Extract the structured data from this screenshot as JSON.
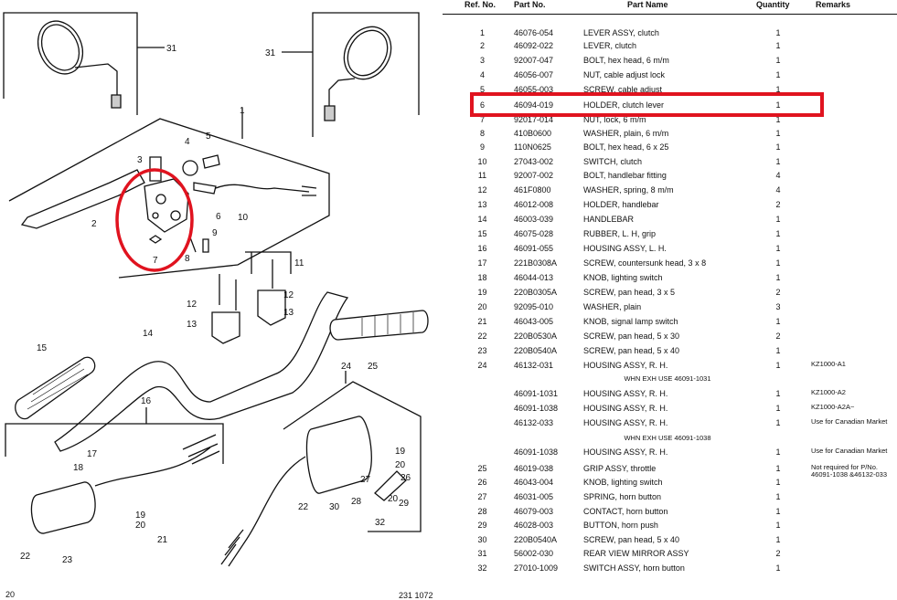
{
  "table": {
    "headers": {
      "ref": "Ref. No.",
      "part_no": "Part No.",
      "part_name": "Part Name",
      "quantity": "Quantity",
      "remarks": "Remarks"
    },
    "rows": [
      {
        "ref": "1",
        "part_no": "46076-054",
        "name": "LEVER ASSY, clutch",
        "qty": "1",
        "remarks": ""
      },
      {
        "ref": "2",
        "part_no": "46092-022",
        "name": "LEVER, clutch",
        "qty": "1",
        "remarks": ""
      },
      {
        "ref": "3",
        "part_no": "92007-047",
        "name": "BOLT, hex head, 6 m/m",
        "qty": "1",
        "remarks": ""
      },
      {
        "ref": "4",
        "part_no": "46056-007",
        "name": "NUT, cable adjust lock",
        "qty": "1",
        "remarks": ""
      },
      {
        "ref": "5",
        "part_no": "46055-003",
        "name": "SCREW, cable adjust",
        "qty": "1",
        "remarks": ""
      },
      {
        "ref": "6",
        "part_no": "46094-019",
        "name": "HOLDER, clutch lever",
        "qty": "1",
        "remarks": ""
      },
      {
        "ref": "7",
        "part_no": "92017-014",
        "name": "NUT, lock, 6 m/m",
        "qty": "1",
        "remarks": ""
      },
      {
        "ref": "8",
        "part_no": "410B0600",
        "name": "WASHER, plain, 6 m/m",
        "qty": "1",
        "remarks": ""
      },
      {
        "ref": "9",
        "part_no": "110N0625",
        "name": "BOLT, hex head, 6 x 25",
        "qty": "1",
        "remarks": ""
      },
      {
        "ref": "10",
        "part_no": "27043-002",
        "name": "SWITCH, clutch",
        "qty": "1",
        "remarks": ""
      },
      {
        "ref": "11",
        "part_no": "92007-002",
        "name": "BOLT, handlebar fitting",
        "qty": "4",
        "remarks": ""
      },
      {
        "ref": "12",
        "part_no": "461F0800",
        "name": "WASHER, spring, 8 m/m",
        "qty": "4",
        "remarks": ""
      },
      {
        "ref": "13",
        "part_no": "46012-008",
        "name": "HOLDER, handlebar",
        "qty": "2",
        "remarks": ""
      },
      {
        "ref": "14",
        "part_no": "46003-039",
        "name": "HANDLEBAR",
        "qty": "1",
        "remarks": ""
      },
      {
        "ref": "15",
        "part_no": "46075-028",
        "name": "RUBBER, L. H, grip",
        "qty": "1",
        "remarks": ""
      },
      {
        "ref": "16",
        "part_no": "46091-055",
        "name": "HOUSING ASSY, L. H.",
        "qty": "1",
        "remarks": ""
      },
      {
        "ref": "17",
        "part_no": "221B0308A",
        "name": "SCREW, countersunk head, 3 x 8",
        "qty": "1",
        "remarks": ""
      },
      {
        "ref": "18",
        "part_no": "46044-013",
        "name": "KNOB, lighting switch",
        "qty": "1",
        "remarks": ""
      },
      {
        "ref": "19",
        "part_no": "220B0305A",
        "name": "SCREW, pan head, 3 x 5",
        "qty": "2",
        "remarks": ""
      },
      {
        "ref": "20",
        "part_no": "92095-010",
        "name": "WASHER, plain",
        "qty": "3",
        "remarks": ""
      },
      {
        "ref": "21",
        "part_no": "46043-005",
        "name": "KNOB, signal lamp switch",
        "qty": "1",
        "remarks": ""
      },
      {
        "ref": "22",
        "part_no": "220B0530A",
        "name": "SCREW, pan head, 5 x 30",
        "qty": "2",
        "remarks": ""
      },
      {
        "ref": "23",
        "part_no": "220B0540A",
        "name": "SCREW, pan head, 5 x 40",
        "qty": "1",
        "remarks": ""
      },
      {
        "ref": "24",
        "part_no": "46132-031",
        "name": "HOUSING ASSY, R. H.",
        "qty": "1",
        "remarks": "KZ1000-A1"
      },
      {
        "ref": "",
        "part_no": "46091-1031",
        "name": "HOUSING ASSY, R. H.",
        "qty": "1",
        "remarks": "KZ1000-A2"
      },
      {
        "ref": "",
        "part_no": "46091-1038",
        "name": "HOUSING ASSY, R. H.",
        "qty": "1",
        "remarks": "KZ1000-A2A~"
      },
      {
        "ref": "",
        "part_no": "46132-033",
        "name": "HOUSING ASSY, R. H.",
        "qty": "1",
        "remarks": "Use for Canadian Market"
      },
      {
        "ref": "",
        "part_no": "46091-1038",
        "name": "HOUSING ASSY, R. H.",
        "qty": "1",
        "remarks": "Use for Canadian Market"
      },
      {
        "ref": "25",
        "part_no": "46019-038",
        "name": "GRIP ASSY, throttle",
        "qty": "1",
        "remarks": "Not required for P/No. 46091-1038 &46132-033"
      },
      {
        "ref": "26",
        "part_no": "46043-004",
        "name": "KNOB, lighting switch",
        "qty": "1",
        "remarks": ""
      },
      {
        "ref": "27",
        "part_no": "46031-005",
        "name": "SPRING, horn button",
        "qty": "1",
        "remarks": ""
      },
      {
        "ref": "28",
        "part_no": "46079-003",
        "name": "CONTACT, horn button",
        "qty": "1",
        "remarks": ""
      },
      {
        "ref": "29",
        "part_no": "46028-003",
        "name": "BUTTON, horn push",
        "qty": "1",
        "remarks": ""
      },
      {
        "ref": "30",
        "part_no": "220B0540A",
        "name": "SCREW, pan head, 5 x 40",
        "qty": "1",
        "remarks": ""
      },
      {
        "ref": "31",
        "part_no": "56002-030",
        "name": "REAR VIEW MIRROR ASSY",
        "qty": "2",
        "remarks": ""
      },
      {
        "ref": "32",
        "part_no": "27010-1009",
        "name": "SWITCH ASSY, horn button",
        "qty": "1",
        "remarks": ""
      }
    ],
    "notes": [
      "WHN EXH USE 46091-1031",
      "WHN EXH USE 46091-1038"
    ]
  },
  "highlight": {
    "ref": "6",
    "color": "#e0131f"
  },
  "diagram": {
    "callouts": [
      "1",
      "2",
      "3",
      "4",
      "5",
      "6",
      "7",
      "8",
      "9",
      "10",
      "11",
      "12",
      "12",
      "13",
      "13",
      "14",
      "15",
      "16",
      "17",
      "18",
      "19",
      "20",
      "21",
      "22",
      "23",
      "24",
      "25",
      "26",
      "27",
      "28",
      "29",
      "30",
      "31",
      "31",
      "32",
      "22",
      "20",
      "19",
      "20"
    ],
    "highlight_color": "#e0131f"
  },
  "footer": {
    "page": "20",
    "code": "231 1072"
  }
}
